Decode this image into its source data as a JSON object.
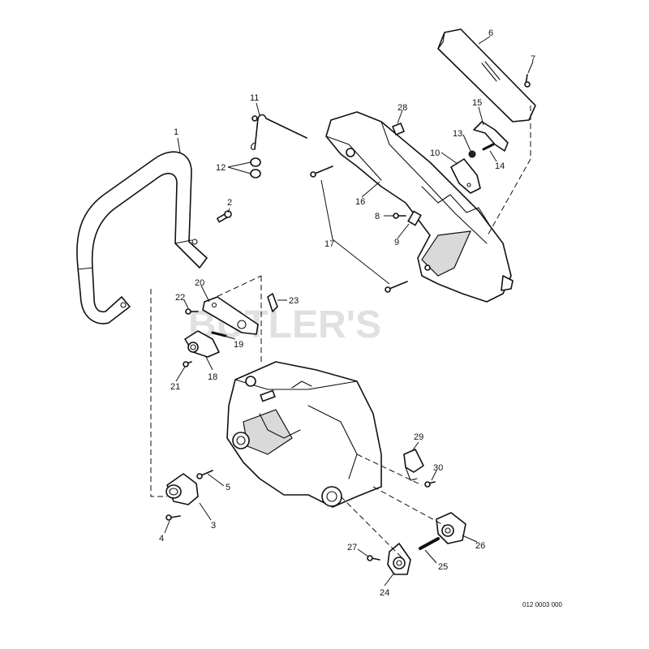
{
  "diagram": {
    "callouts": [
      "1",
      "2",
      "3",
      "4",
      "5",
      "6",
      "7",
      "8",
      "9",
      "10",
      "11",
      "12",
      "13",
      "14",
      "15",
      "16",
      "17",
      "18",
      "19",
      "20",
      "21",
      "22",
      "23",
      "24",
      "25",
      "26",
      "27",
      "28",
      "29",
      "30"
    ],
    "drawing_code": "012 0003 000",
    "watermark": "BUTLER'S"
  }
}
